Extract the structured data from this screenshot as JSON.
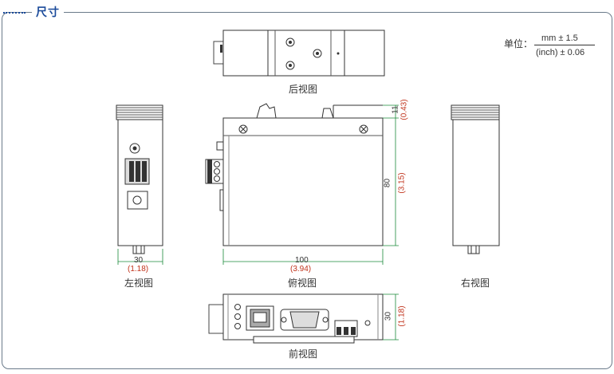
{
  "header": {
    "title": "尺寸"
  },
  "unit_legend": {
    "prefix": "单位：",
    "numerator": "mm ± 1.5",
    "denominator": "(inch) ± 0.06"
  },
  "views": {
    "rear": "后视图",
    "left": "左视图",
    "top": "俯视图",
    "right": "右视图",
    "front": "前视图"
  },
  "dimensions": {
    "width_mm": "100",
    "width_in": "(3.94)",
    "depth_mm": "80",
    "depth_in": "(3.15)",
    "clip_mm": "11",
    "clip_in": "(0.43)",
    "side_mm": "30",
    "side_in": "(1.18)",
    "front_mm": "30",
    "front_in": "(1.18)"
  }
}
